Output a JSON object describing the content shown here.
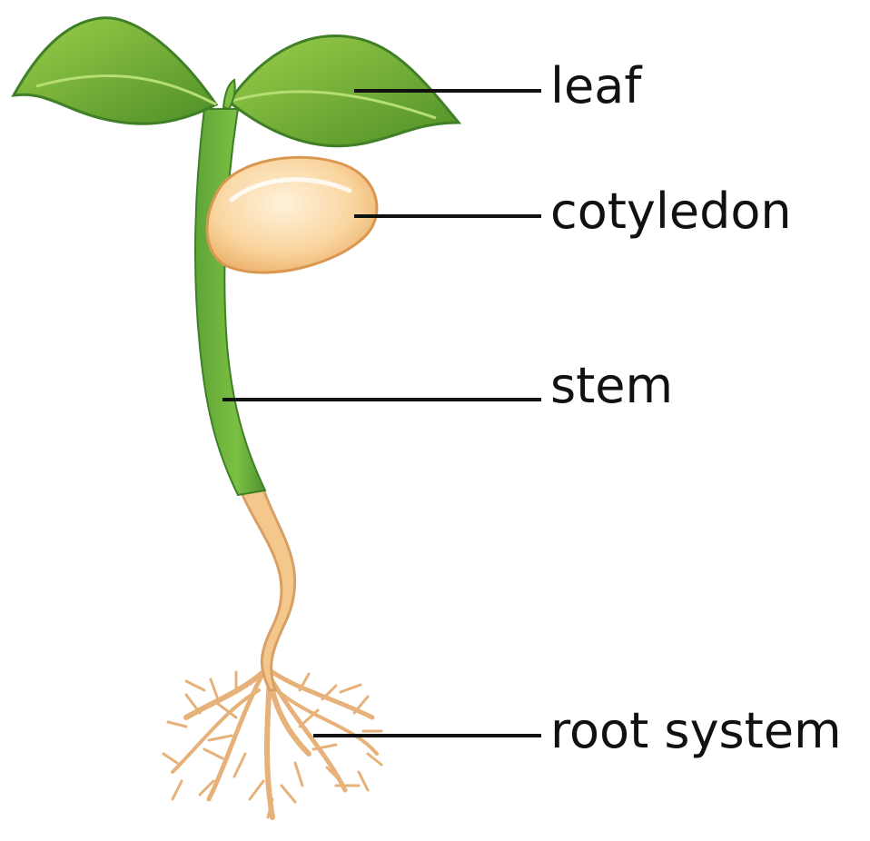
{
  "labels": {
    "leaf": "leaf",
    "cotyledon": "cotyledon",
    "stem": "stem",
    "root_system": "root system"
  },
  "colors": {
    "leaf_light": "#8cc63f",
    "leaf_mid": "#6fae34",
    "leaf_dark": "#4e8f27",
    "stem": "#6db33f",
    "stem_dark": "#4f9132",
    "cotyledon": "#f7c98a",
    "cotyledon_light": "#fde7c4",
    "root": "#f2c181",
    "root_dark": "#d9a066",
    "leader_line": "#111111"
  }
}
